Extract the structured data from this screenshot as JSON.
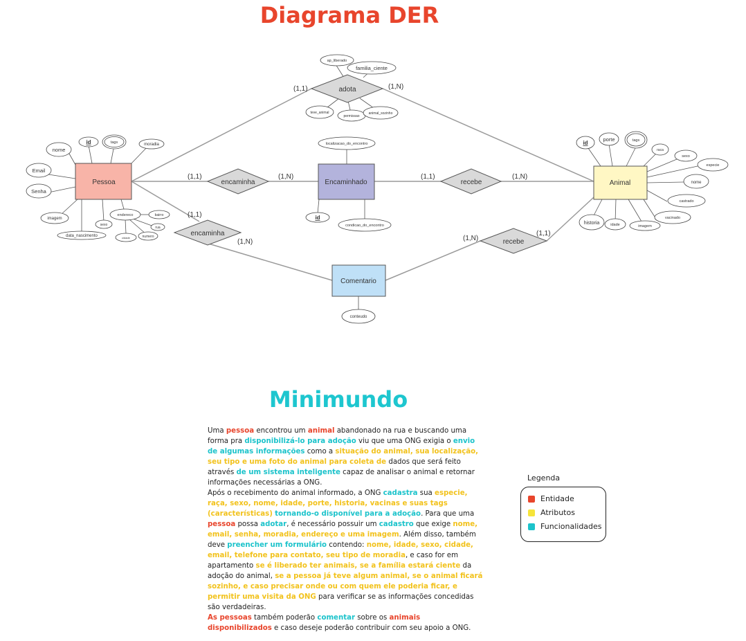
{
  "diagram": {
    "title": "Diagrama DER",
    "entities": {
      "pessoa": "Pessoa",
      "encaminhado": "Encaminhado",
      "animal": "Animal",
      "comentario": "Comentario"
    },
    "relationships": {
      "adota": "adota",
      "encaminha_1": "encaminha",
      "recebe_1": "recebe",
      "encaminha_2": "encaminha",
      "recebe_2": "recebe"
    },
    "cardinalities": {
      "adota_pessoa": "(1,1)",
      "adota_animal": "(1,N)",
      "enc1_pessoa": "(1,1)",
      "enc1_encaminhado": "(1,N)",
      "rec1_encaminhado": "(1,1)",
      "rec1_animal": "(1,N)",
      "enc2_pessoa": "(1,1)",
      "enc2_comentario": "(1,N)",
      "rec2_comentario": "(1,N)",
      "rec2_animal": "(1,1)"
    },
    "attributes": {
      "adota": [
        "ap_liberado",
        "familia_ciente",
        "teve_animal",
        "permissao",
        "animal_sozinho"
      ],
      "pessoa": [
        "id",
        "tags",
        "moradia",
        "nome",
        "Email",
        "Senha",
        "imagem",
        "data_nascimento",
        "sexo",
        "endereco",
        "bairro",
        "rua",
        "cidade",
        "numero"
      ],
      "encaminhado": [
        "localizacao_do_encontro",
        "id",
        "condicao_do_encontro"
      ],
      "animal": [
        "id",
        "porte",
        "tags",
        "raca",
        "sexo",
        "especie",
        "nome",
        "castrado",
        "vacinado",
        "imagem",
        "idade",
        "historia"
      ],
      "comentario": [
        "conteudo"
      ]
    }
  },
  "minimundo": {
    "title": "Minimundo",
    "p1": [
      {
        "t": "Uma ",
        "s": ""
      },
      {
        "t": "pessoa",
        "s": "r"
      },
      {
        "t": " encontrou um ",
        "s": ""
      },
      {
        "t": "animal",
        "s": "r"
      },
      {
        "t": " abandonado na rua e buscando uma forma pra ",
        "s": ""
      },
      {
        "t": "disponibilizá-lo para adoção",
        "s": "c"
      },
      {
        "t": " viu que uma ONG exigia o ",
        "s": ""
      },
      {
        "t": "envio de algumas informações",
        "s": "c"
      },
      {
        "t": " como a ",
        "s": ""
      },
      {
        "t": "situação do animal, sua localização, seu tipo e uma foto do animal para coleta de",
        "s": "y"
      },
      {
        "t": " dados que será feito através ",
        "s": ""
      },
      {
        "t": " de um sistema inteligente",
        "s": "c"
      },
      {
        "t": " capaz de analisar o animal e retornar informações necessárias a ONG.",
        "s": ""
      }
    ],
    "p2": [
      {
        "t": "Após o recebimento do animal informado, a ONG ",
        "s": ""
      },
      {
        "t": " cadastra",
        "s": "c"
      },
      {
        "t": " sua ",
        "s": ""
      },
      {
        "t": "especie, raça, sexo, nome, idade, porte, historia, vacinas e suas tags (características)",
        "s": "y"
      },
      {
        "t": " ",
        "s": ""
      },
      {
        "t": "tornando-o disponível para a adoção",
        "s": "c"
      },
      {
        "t": ". Para que uma ",
        "s": ""
      },
      {
        "t": "pessoa",
        "s": "r"
      },
      {
        "t": " possa ",
        "s": ""
      },
      {
        "t": "adotar",
        "s": "c"
      },
      {
        "t": ", é necessário possuir um ",
        "s": ""
      },
      {
        "t": "cadastro",
        "s": "c"
      },
      {
        "t": " que exige ",
        "s": ""
      },
      {
        "t": "nome, email, senha, moradia, endereço e uma imagem",
        "s": "y"
      },
      {
        "t": ". Além disso, também deve ",
        "s": ""
      },
      {
        "t": "preencher um formulário",
        "s": "c"
      },
      {
        "t": " contendo: ",
        "s": ""
      },
      {
        "t": "nome, idade, sexo, cidade, email, telefone para contato, seu tipo de moradia",
        "s": "y"
      },
      {
        "t": ", e caso for em apartamento ",
        "s": ""
      },
      {
        "t": "se é liberado ter animais, se a família estará ciente",
        "s": "y"
      },
      {
        "t": " da adoção do animal, ",
        "s": ""
      },
      {
        "t": "se a pessoa já teve algum animal, se o animal ficará sozinho, e caso precisar onde ou com quem ele poderia ficar, e permitir uma visita da ONG",
        "s": "y"
      },
      {
        "t": " para verificar se as informações concedidas são verdadeiras.",
        "s": ""
      }
    ],
    "p3": [
      {
        "t": "As pessoas",
        "s": "r"
      },
      {
        "t": " também poderão ",
        "s": ""
      },
      {
        "t": "comentar",
        "s": "c"
      },
      {
        "t": " sobre os ",
        "s": ""
      },
      {
        "t": "animais disponibilizados",
        "s": "r"
      },
      {
        "t": " e caso deseje poderão contribuir com seu apoio a ONG.",
        "s": ""
      }
    ]
  },
  "legend": {
    "title": "Legenda",
    "items": [
      {
        "label": "Entidade",
        "color": "#e8452c"
      },
      {
        "label": "Atributos",
        "color": "#f6e43a"
      },
      {
        "label": "Funcionalidades",
        "color": "#1cc3cb"
      }
    ]
  },
  "colors": {
    "title_red": "#e8452c",
    "title_cyan": "#1ec6cf",
    "pessoa_fill": "#f8b4a8",
    "encaminhado_fill": "#b3b3dc",
    "animal_fill": "#fff7c4",
    "comentario_fill": "#bfe0f7",
    "rel_fill": "#d9d9d9"
  }
}
